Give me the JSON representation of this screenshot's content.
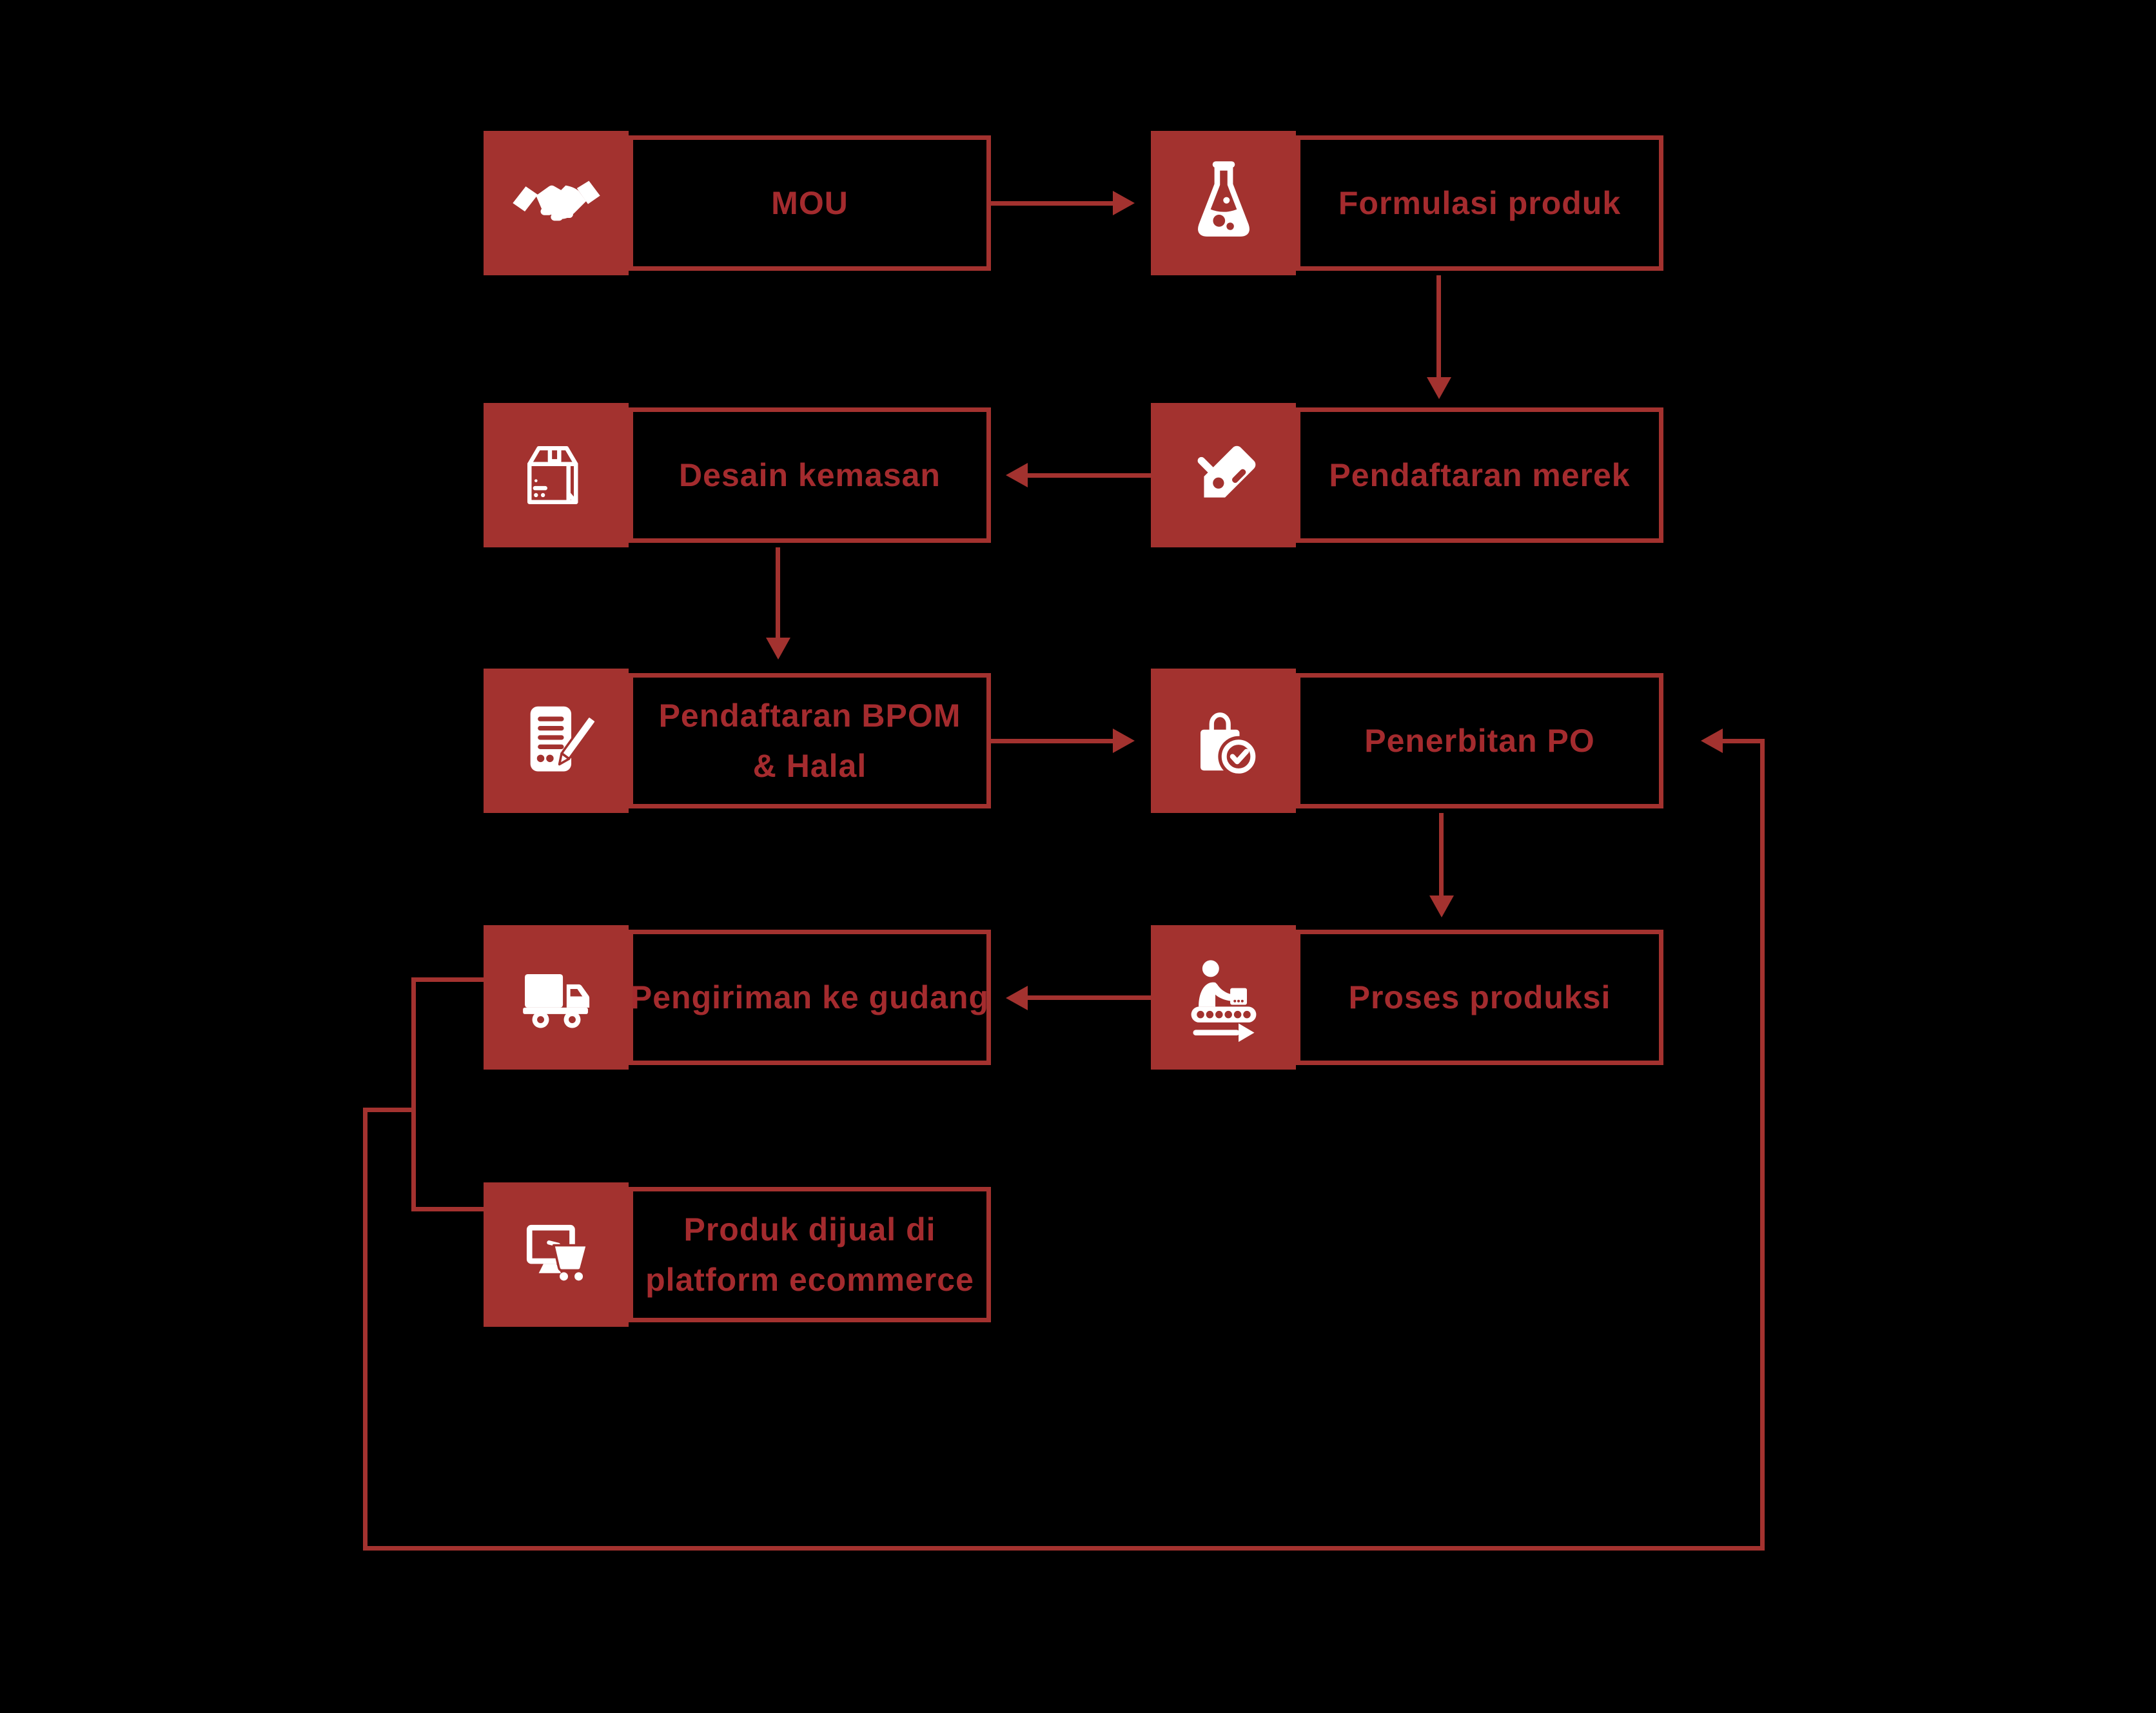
{
  "colors": {
    "background": "#000000",
    "accent": "#A3322F",
    "label": "#A42B2E"
  },
  "diagram": {
    "title": "",
    "nodes": [
      {
        "id": "mou",
        "icon": "handshake-icon",
        "lines": [
          "MOU",
          ""
        ]
      },
      {
        "id": "formulasi-produk",
        "icon": "flask-icon",
        "lines": [
          "Formulasi produk",
          ""
        ]
      },
      {
        "id": "pendaftaran-merek",
        "icon": "price-tag-icon",
        "lines": [
          "Pendaftaran merek",
          ""
        ]
      },
      {
        "id": "desain-kemasan",
        "icon": "package-icon",
        "lines": [
          "Desain kemasan",
          ""
        ]
      },
      {
        "id": "pendaftaran-bpom-halal",
        "icon": "document-pencil-icon",
        "lines": [
          "Pendaftaran BPOM",
          "& Halal"
        ]
      },
      {
        "id": "penerbitan-po",
        "icon": "shopping-bag-check-icon",
        "lines": [
          "Penerbitan PO",
          ""
        ]
      },
      {
        "id": "proses-produksi",
        "icon": "production-line-icon",
        "lines": [
          "Proses produksi",
          ""
        ]
      },
      {
        "id": "pengiriman-ke-gudang",
        "icon": "truck-icon",
        "lines": [
          "Pengiriman ke gudang",
          ""
        ]
      },
      {
        "id": "produk-dijual-ecommerce",
        "icon": "ecommerce-cart-icon",
        "lines": [
          "Produk dijual di",
          "platform ecommerce"
        ]
      }
    ],
    "edges": [
      {
        "from": "mou",
        "to": "formulasi-produk",
        "type": "arrow"
      },
      {
        "from": "formulasi-produk",
        "to": "pendaftaran-merek",
        "type": "arrow"
      },
      {
        "from": "pendaftaran-merek",
        "to": "desain-kemasan",
        "type": "arrow"
      },
      {
        "from": "desain-kemasan",
        "to": "pendaftaran-bpom-halal",
        "type": "arrow"
      },
      {
        "from": "pendaftaran-bpom-halal",
        "to": "penerbitan-po",
        "type": "arrow"
      },
      {
        "from": "penerbitan-po",
        "to": "proses-produksi",
        "type": "arrow"
      },
      {
        "from": "proses-produksi",
        "to": "pengiriman-ke-gudang",
        "type": "arrow"
      },
      {
        "from": "pengiriman-ke-gudang",
        "to": "produk-dijual-ecommerce",
        "type": "line"
      },
      {
        "from": "produk-dijual-ecommerce",
        "to": "penerbitan-po",
        "type": "feedback-loop-arrow"
      }
    ]
  }
}
